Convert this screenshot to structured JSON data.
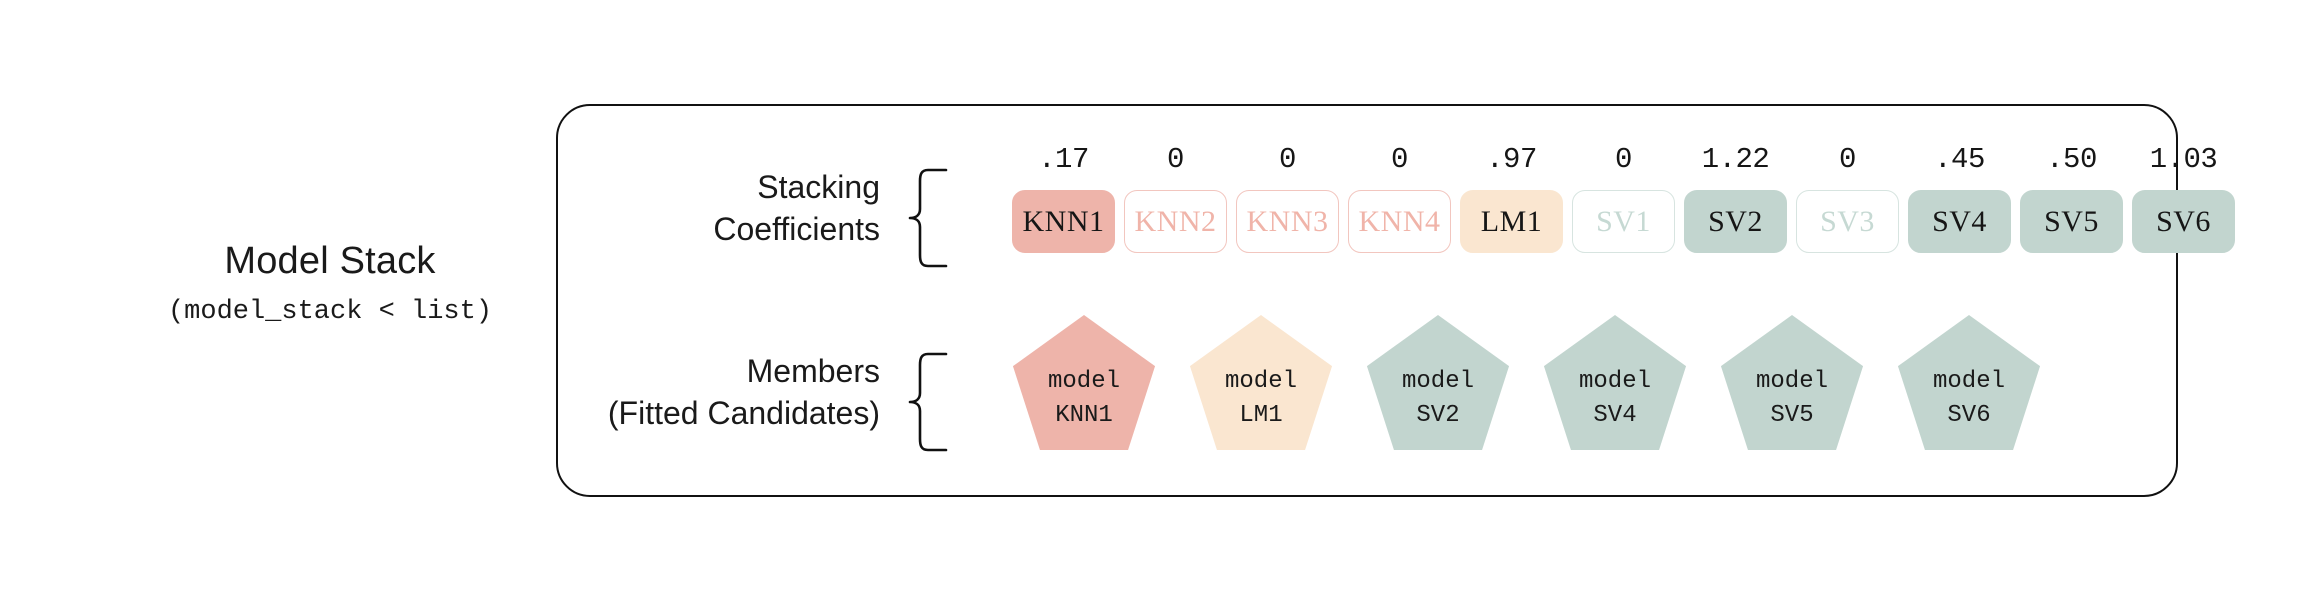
{
  "left_label": {
    "title": "Model Stack",
    "subtitle": "(model_stack < list)"
  },
  "rows": {
    "coefficients": {
      "label_line1": "Stacking",
      "label_line2": "Coefficients",
      "brace_icon": "curly-brace-icon"
    },
    "members": {
      "label_line1": "Members",
      "label_line2": "(Fitted Candidates)",
      "brace_icon": "curly-brace-icon"
    }
  },
  "palette": {
    "red_fill": "#eeb4aa",
    "red_border": "#f2c6bf",
    "red_text_muted": "#f0b4a9",
    "peach_fill": "#fae6d0",
    "peach_border": "#f7ddc4",
    "green_fill": "#c2d5cf",
    "green_border": "#d7e4e0",
    "green_text_muted": "#c6d9d3",
    "text_dark": "#161616",
    "outline": "#111111"
  },
  "coefficients": [
    {
      "value": ".17",
      "name": "KNN1",
      "group": "red",
      "active": true
    },
    {
      "value": "0",
      "name": "KNN2",
      "group": "red",
      "active": false
    },
    {
      "value": "0",
      "name": "KNN3",
      "group": "red",
      "active": false
    },
    {
      "value": "0",
      "name": "KNN4",
      "group": "red",
      "active": false
    },
    {
      "value": ".97",
      "name": "LM1",
      "group": "peach",
      "active": true
    },
    {
      "value": "0",
      "name": "SV1",
      "group": "green",
      "active": false
    },
    {
      "value": "1.22",
      "name": "SV2",
      "group": "green",
      "active": true
    },
    {
      "value": "0",
      "name": "SV3",
      "group": "green",
      "active": false
    },
    {
      "value": ".45",
      "name": "SV4",
      "group": "green",
      "active": true
    },
    {
      "value": ".50",
      "name": "SV5",
      "group": "green",
      "active": true
    },
    {
      "value": "1.03",
      "name": "SV6",
      "group": "green",
      "active": true
    }
  ],
  "members": [
    {
      "line1": "model",
      "line2": "KNN1",
      "group": "red"
    },
    {
      "line1": "model",
      "line2": "LM1",
      "group": "peach"
    },
    {
      "line1": "model",
      "line2": "SV2",
      "group": "green"
    },
    {
      "line1": "model",
      "line2": "SV4",
      "group": "green"
    },
    {
      "line1": "model",
      "line2": "SV5",
      "group": "green"
    },
    {
      "line1": "model",
      "line2": "SV6",
      "group": "green"
    }
  ]
}
